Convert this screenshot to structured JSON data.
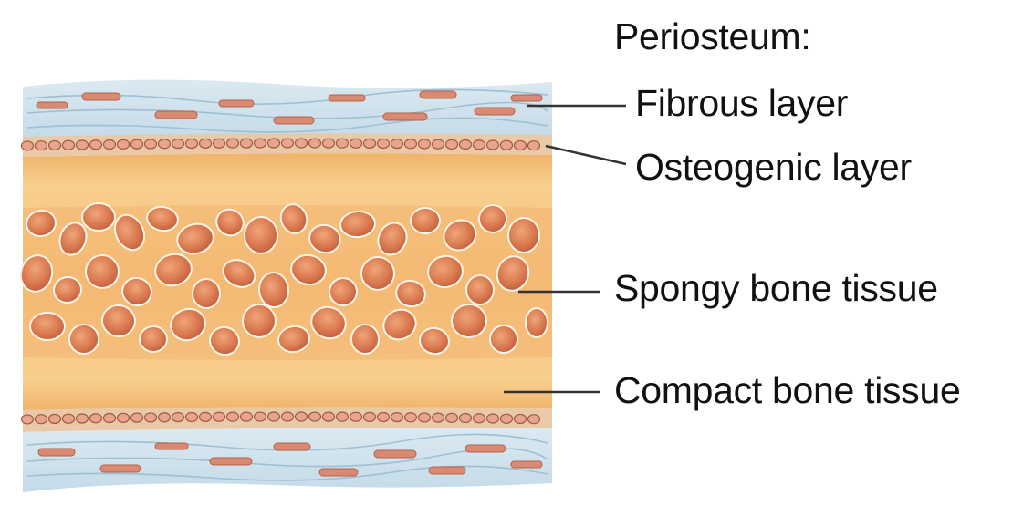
{
  "diagram": {
    "colors": {
      "periosteum_fibrous": "#cfe3ee",
      "fiber_strands": "#a8c6d8",
      "red_fibers": "#d98a72",
      "osteogenic_cells": "#e7a58b",
      "compact_bone": "#f5c47e",
      "spongy_bone": "#f3b873",
      "marrow_space": "#d97f55",
      "leader_line": "#333333"
    },
    "labels": {
      "periosteum": "Periosteum:",
      "fibrous_layer": "Fibrous layer",
      "osteogenic_layer": "Osteogenic layer",
      "spongy_bone": "Spongy bone tissue",
      "compact_bone": "Compact bone tissue"
    }
  }
}
